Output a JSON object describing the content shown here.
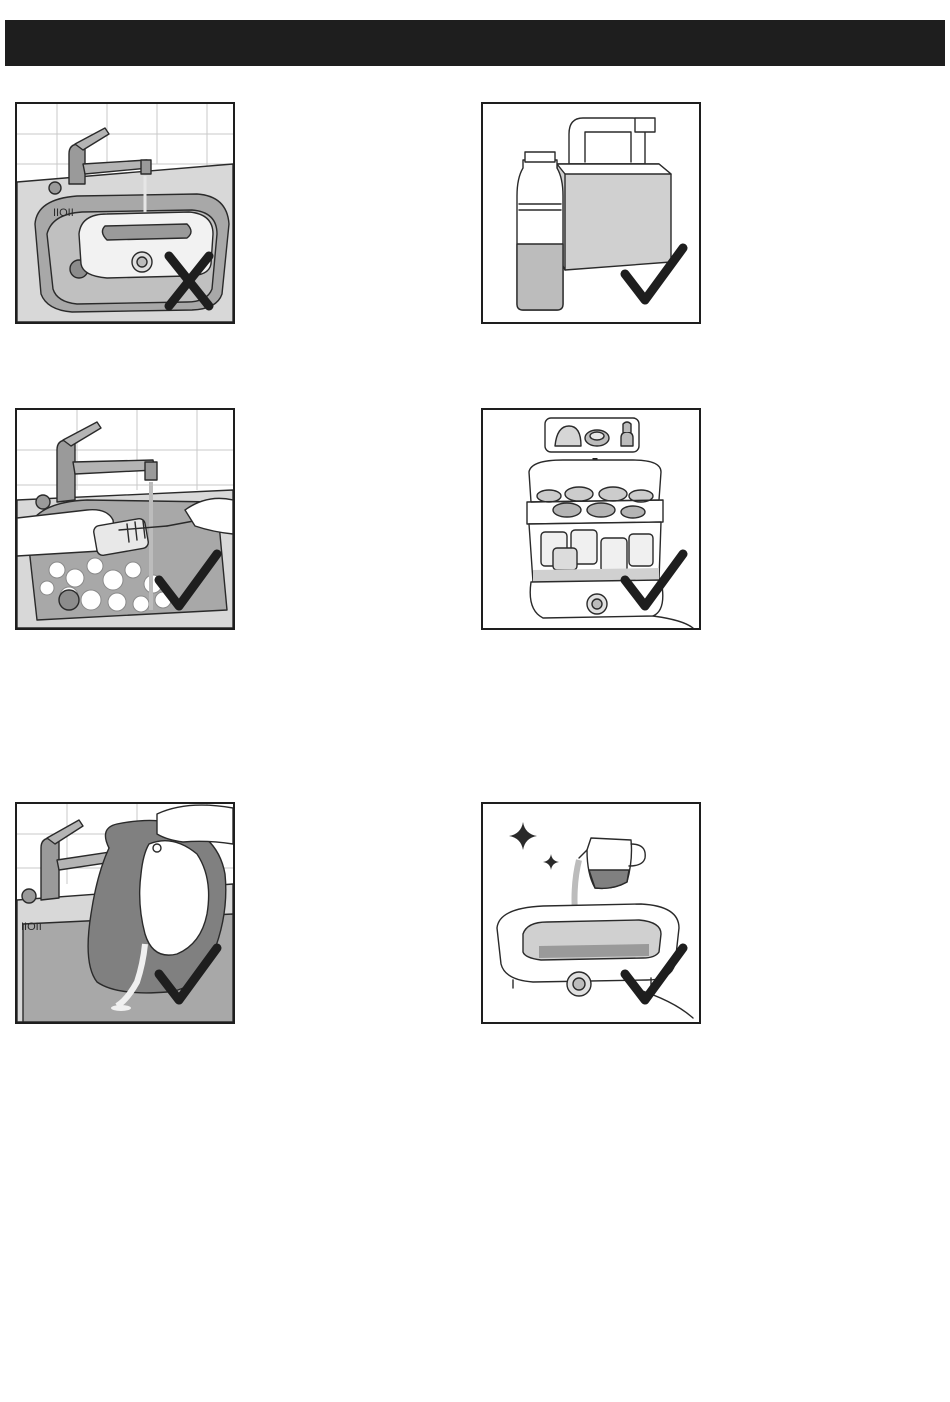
{
  "header": {
    "title": ""
  },
  "panels": [
    {
      "id": "p1",
      "scene": "rinse-steamer-body-under-tap",
      "verdict": "incorrect",
      "verdict_icon": "cross-icon"
    },
    {
      "id": "p2",
      "scene": "water-bottle-and-jerrycan",
      "verdict": "correct",
      "verdict_icon": "check-icon"
    },
    {
      "id": "p3",
      "scene": "brush-clean-bottle-in-sink",
      "verdict": "correct",
      "verdict_icon": "check-icon"
    },
    {
      "id": "p4",
      "scene": "load-steamer-baskets",
      "verdict": "correct",
      "verdict_icon": "check-icon"
    },
    {
      "id": "p5",
      "scene": "rinse-lid-under-tap",
      "verdict": "correct",
      "verdict_icon": "check-icon"
    },
    {
      "id": "p6",
      "scene": "pour-water-into-steamer-base",
      "verdict": "correct",
      "verdict_icon": "check-icon"
    }
  ],
  "sink_label": "IIOII",
  "colors": {
    "bar": "#1e1e1e",
    "line": "#2a2a2a",
    "shade_light": "#e6e6e6",
    "shade_mid": "#bcbcbc",
    "shade_dark": "#808080"
  }
}
